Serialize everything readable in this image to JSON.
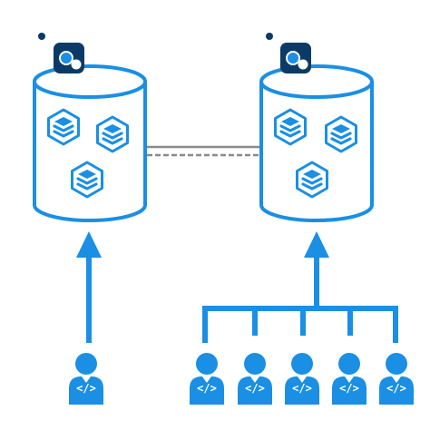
{
  "colors": {
    "accent": "#1a8fe3",
    "dark_blue": "#0b3a66",
    "connector": "#8a8a8a",
    "background": "#ffffff",
    "white": "#ffffff"
  },
  "icons": {
    "database": "cylinder-icon",
    "cluster_logo": "square-logo-icon",
    "replica_set": "stacked-layers-hexagon-icon",
    "developer": "developer-person-icon",
    "code": "code-tag-icon"
  },
  "developer_label": "</>",
  "databases": [
    {
      "id": "left",
      "replica_sets": 3
    },
    {
      "id": "right",
      "replica_sets": 3
    }
  ],
  "developers": {
    "left_group": 1,
    "right_group": 5
  }
}
